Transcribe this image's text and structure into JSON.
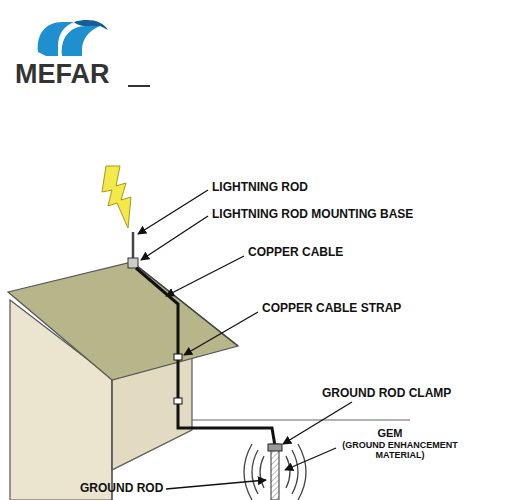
{
  "diagram": {
    "labels": [
      "MEFAR",
      "LIGHTNING ROD",
      "LIGHTNING ROD MOUNTING BASE",
      "COPPER CABLE",
      "COPPER CABLE STRAP",
      "GROUND ROD CLAMP",
      "GEM",
      "(GROUND ENHANCEMENT MATERIAL)",
      "GROUND ROD"
    ]
  }
}
